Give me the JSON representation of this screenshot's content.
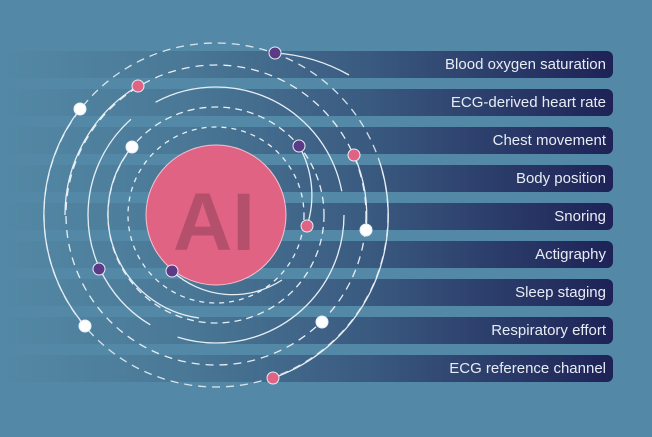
{
  "center_label": "AI",
  "parameters": [
    "Blood oxygen saturation",
    "ECG-derived heart rate",
    "Chest movement",
    "Body position",
    "Snoring",
    "Actigraphy",
    "Sleep staging",
    "Respiratory effort",
    "ECG reference channel"
  ],
  "colors": {
    "background": "#5389a6",
    "band_end": "#1e2256",
    "core": "#e06384",
    "pink": "#e06384",
    "purple": "#5b3a86",
    "white": "#ffffff"
  }
}
